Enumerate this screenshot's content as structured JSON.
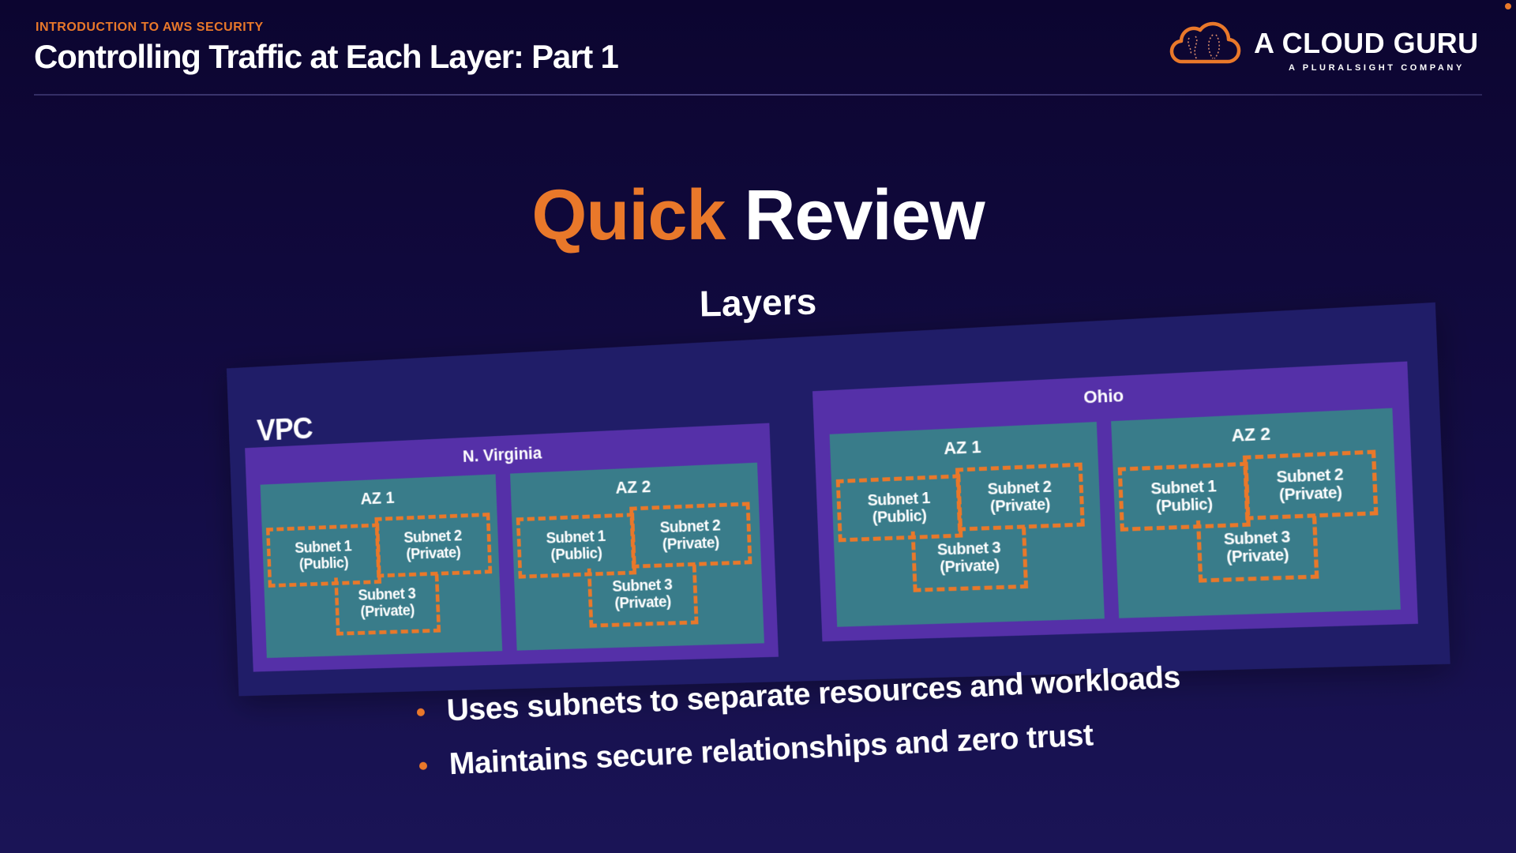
{
  "header": {
    "course": "INTRODUCTION TO AWS SECURITY",
    "lesson_title": "Controlling Traffic at Each Layer: Part 1"
  },
  "brand": {
    "name": "A CLOUD GURU",
    "tagline": "A PLURALSIGHT COMPANY",
    "logo_icon": "cloud-icon",
    "accent_color": "#e9782a"
  },
  "slide": {
    "headline_accent": "Quick",
    "headline_rest": "Review",
    "subheading": "Layers"
  },
  "diagram": {
    "vpc_label": "VPC",
    "colors": {
      "vpc": "#201d68",
      "region": "#5530a8",
      "az": "#397c8a",
      "subnet_border": "#e9782a"
    },
    "regions": [
      {
        "name": "N. Virginia",
        "azs": [
          {
            "name": "AZ 1",
            "subnets": [
              "Subnet 1\n(Public)",
              "Subnet 2\n(Private)",
              "Subnet 3\n(Private)"
            ]
          },
          {
            "name": "AZ 2",
            "subnets": [
              "Subnet 1\n(Public)",
              "Subnet 2\n(Private)",
              "Subnet 3\n(Private)"
            ]
          }
        ]
      },
      {
        "name": "Ohio",
        "azs": [
          {
            "name": "AZ 1",
            "subnets": [
              "Subnet 1\n(Public)",
              "Subnet 2\n(Private)",
              "Subnet 3\n(Private)"
            ]
          },
          {
            "name": "AZ 2",
            "subnets": [
              "Subnet 1\n(Public)",
              "Subnet 2\n(Private)",
              "Subnet 3\n(Private)"
            ]
          }
        ]
      }
    ]
  },
  "bullets": [
    "Uses subnets to separate resources and workloads",
    "Maintains secure relationships and zero trust"
  ]
}
